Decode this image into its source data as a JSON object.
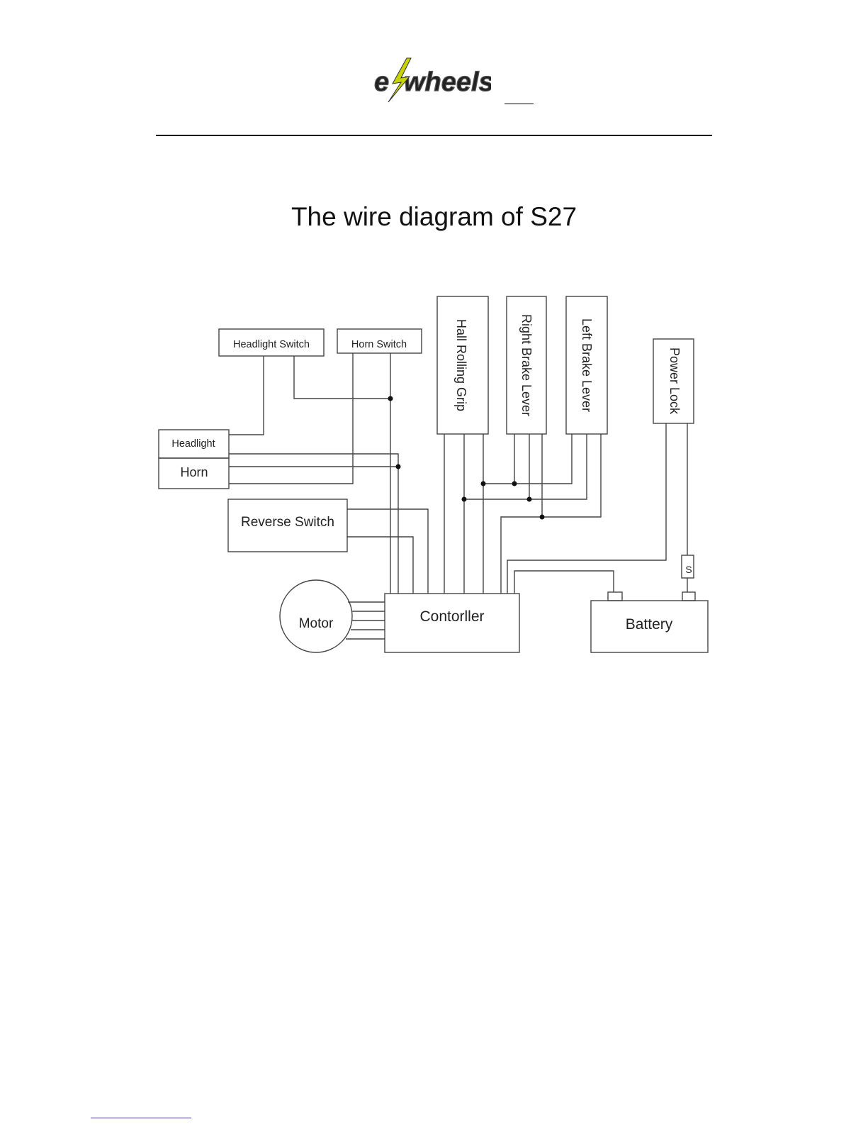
{
  "header": {
    "logo_text": "e-wheels",
    "brand_color": "#9a9a9a",
    "bolt_color": "#c8d400"
  },
  "title": "The wire diagram of S27",
  "diagram": {
    "components": {
      "headlight_switch": "Headlight Switch",
      "horn_switch": "Horn Switch",
      "hall_rolling_grip": "Hall Rolling Grip",
      "right_brake_lever": "Right Brake Lever",
      "left_brake_lever": "Left Brake Lever",
      "power_lock": "Power Lock",
      "headlight": "Headlight",
      "horn": "Horn",
      "reverse_switch": "Reverse Switch",
      "motor": "Motor",
      "controller": "Contorller",
      "battery": "Battery",
      "fuse": "S"
    },
    "connections": [
      [
        "Headlight Switch",
        "Headlight"
      ],
      [
        "Headlight Switch",
        "Contorller"
      ],
      [
        "Horn Switch",
        "Horn"
      ],
      [
        "Horn Switch",
        "Contorller"
      ],
      [
        "Headlight",
        "Contorller"
      ],
      [
        "Horn",
        "Contorller"
      ],
      [
        "Reverse Switch",
        "Contorller"
      ],
      [
        "Hall Rolling Grip",
        "Contorller"
      ],
      [
        "Right Brake Lever",
        "Contorller"
      ],
      [
        "Left Brake Lever",
        "Contorller"
      ],
      [
        "Power Lock",
        "Contorller"
      ],
      [
        "Power Lock",
        "S"
      ],
      [
        "S",
        "Battery"
      ],
      [
        "Battery",
        "Contorller"
      ],
      [
        "Motor",
        "Contorller"
      ]
    ]
  }
}
